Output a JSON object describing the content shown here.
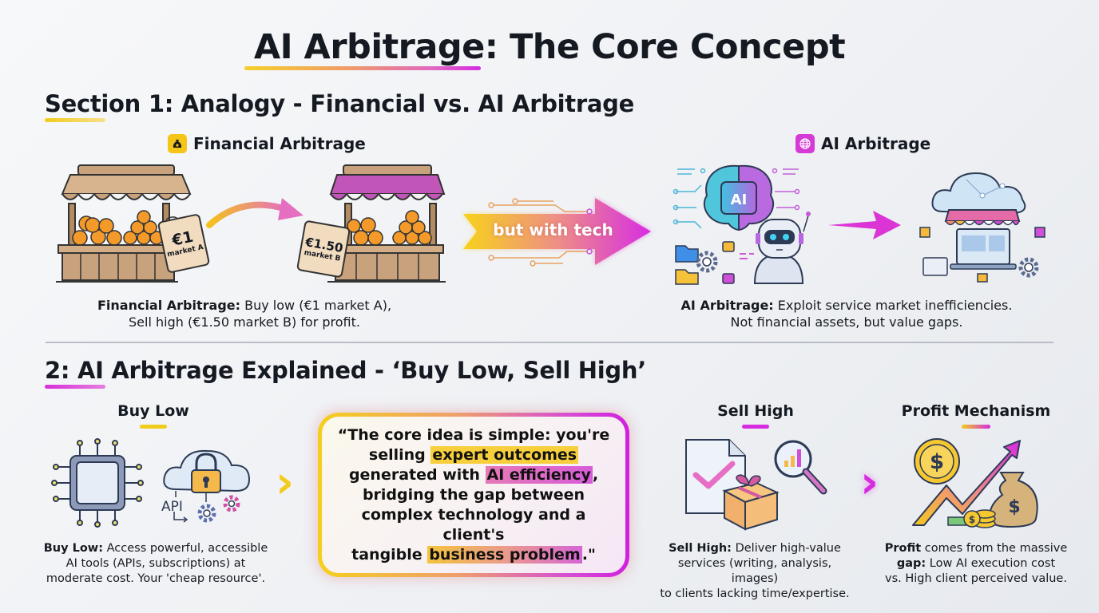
{
  "header": {
    "title": "AI Arbitrage: The Core Concept"
  },
  "section1": {
    "title": "Section 1: Analogy - Financial vs. AI Arbitrage",
    "financial": {
      "header": "Financial Arbitrage",
      "icon": "money-bag-icon",
      "tag_a_price": "€1",
      "tag_a_label": "market A",
      "tag_b_price": "€1.50",
      "tag_b_label": "market B",
      "caption_bold": "Financial Arbitrage:",
      "caption_line1": " Buy low (€1 market A),",
      "caption_line2": "Sell high (€1.50 market B) for profit."
    },
    "transition": {
      "label": "but with tech"
    },
    "ai": {
      "header": "AI Arbitrage",
      "icon": "globe-icon",
      "brain_label": "AI",
      "caption_bold": "AI Arbitrage:",
      "caption_line1": " Exploit service market inefficiencies.",
      "caption_line2": "Not financial assets, but value gaps."
    }
  },
  "section2": {
    "title": "2: AI Arbitrage Explained - ‘Buy Low, Sell High’",
    "buy_low": {
      "title": "Buy Low",
      "api_label": "API",
      "caption_bold": "Buy Low:",
      "caption_line1": " Access powerful, accessible",
      "caption_line2": "AI tools (APIs, subscriptions) at",
      "caption_line3": "moderate cost. Your 'cheap resource'."
    },
    "quote": {
      "line1": "“The core idea is simple: you're",
      "line2_pre": "selling ",
      "line2_hl": "expert outcomes",
      "line3_pre": "generated with ",
      "line3_hl": "AI efficiency",
      "line3_post": ",",
      "line4": "bridging the gap between",
      "line5": "complex technology and a client's",
      "line6_pre": "tangible ",
      "line6_hl": "business problem",
      "line6_post": ".\""
    },
    "sell_high": {
      "title": "Sell High",
      "caption_bold": "Sell High:",
      "caption_line1": " Deliver high-value",
      "caption_line2": "services (writing, analysis, images)",
      "caption_line3": "to clients lacking time/expertise."
    },
    "profit": {
      "title": "Profit Mechanism",
      "dollar": "$",
      "caption_bold1": "Profit",
      "caption_line1": " comes from the massive",
      "caption_bold2": "gap:",
      "caption_line2": " Low AI execution cost",
      "caption_line3": "vs. High client perceived value."
    },
    "chevron": "›"
  },
  "colors": {
    "yellow": "#f5cf1c",
    "magenta": "#d62be0",
    "text": "#151a22",
    "orange": "#f39a2a",
    "wood": "#c8a27c"
  }
}
